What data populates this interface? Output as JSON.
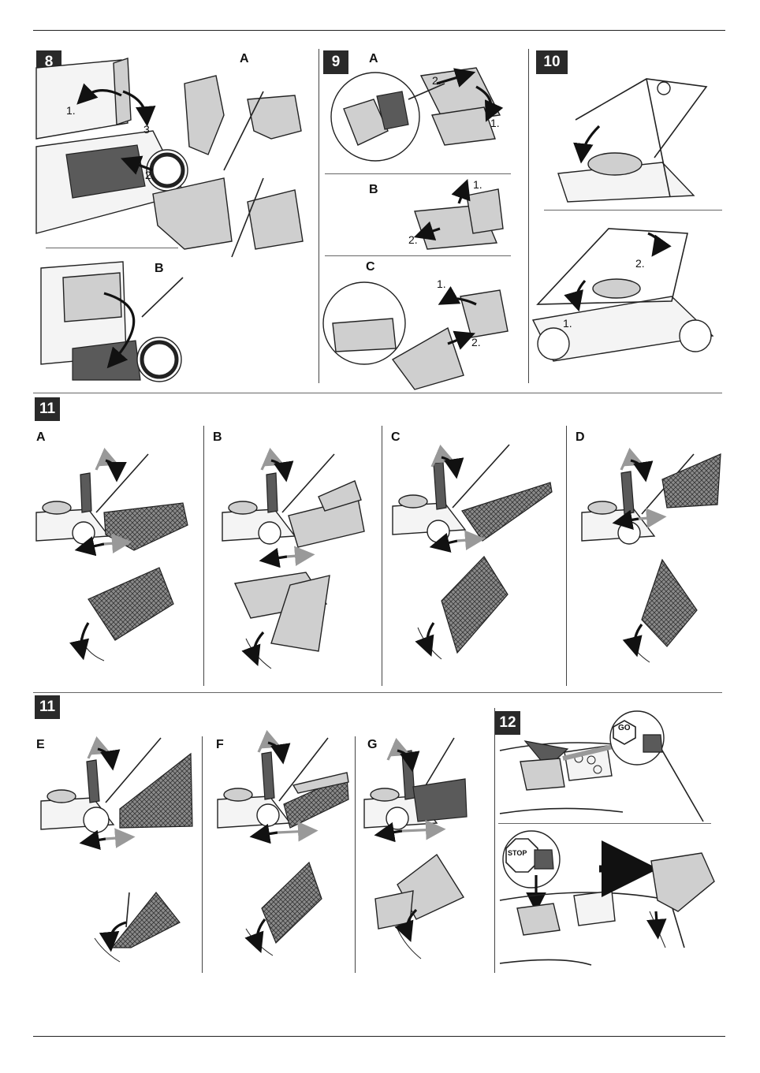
{
  "figures": {
    "fig8": {
      "number": "8",
      "sub_a": "A",
      "sub_b": "B",
      "steps": [
        "1.",
        "2.",
        "3"
      ]
    },
    "fig9": {
      "number": "9",
      "sub_a": "A",
      "sub_b": "B",
      "sub_c": "C",
      "a_steps": [
        "2.",
        "1."
      ],
      "b_steps": [
        "1.",
        "2."
      ],
      "c_steps": [
        "1.",
        "2."
      ]
    },
    "fig10": {
      "number": "10",
      "steps": [
        "2.",
        "1."
      ]
    },
    "fig11_top": {
      "number": "11",
      "subs": [
        "A",
        "B",
        "C",
        "D"
      ]
    },
    "fig11_bottom": {
      "number": "11",
      "subs": [
        "E",
        "F",
        "G"
      ]
    },
    "fig12": {
      "number": "12",
      "go_label": "GO",
      "stop_label": "STOP"
    }
  }
}
